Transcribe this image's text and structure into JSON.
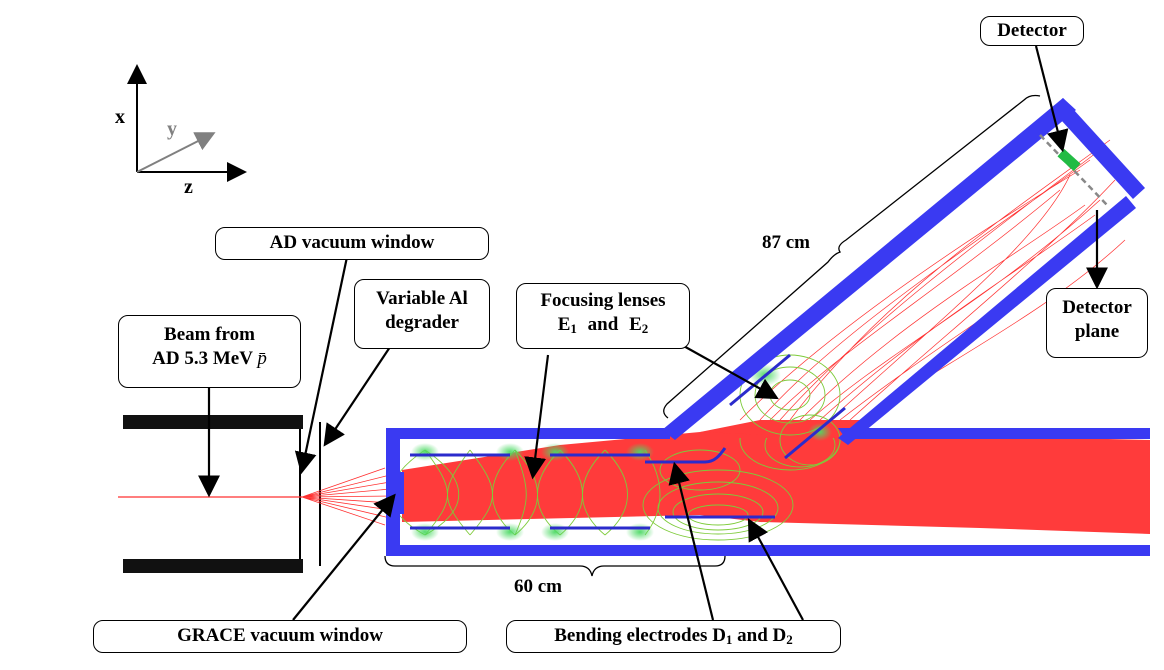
{
  "axes": {
    "x": "x",
    "y": "y",
    "z": "z"
  },
  "labels": {
    "detector": "Detector",
    "detector_plane_line1": "Detector",
    "detector_plane_line2": "plane",
    "ad_window": "AD  vacuum  window",
    "degrader_line1": "Variable  Al",
    "degrader_line2": "degrader",
    "beam_line1": "Beam  from",
    "beam_line2": "AD 5.3 MeV",
    "beam_symbol": "p̄",
    "focusing_line1": "Focusing lenses",
    "focusing_e1": "E",
    "focusing_e1_sub": "1",
    "focusing_and": "and",
    "focusing_e2": "E",
    "focusing_e2_sub": "2",
    "grace_window": "GRACE vacuum window",
    "bending_text": "Bending electrodes D",
    "bending_d1_sub": "1",
    "bending_and": "and D",
    "bending_d2_sub": "2",
    "len_87": "87 cm",
    "len_60": "60 cm"
  },
  "colors": {
    "chamber": "#3a3af2",
    "beam": "#ff3030",
    "field": "#7ecb3a",
    "glow": "#4cd964",
    "axis_y": "#808080",
    "detector": "#22bb44"
  }
}
